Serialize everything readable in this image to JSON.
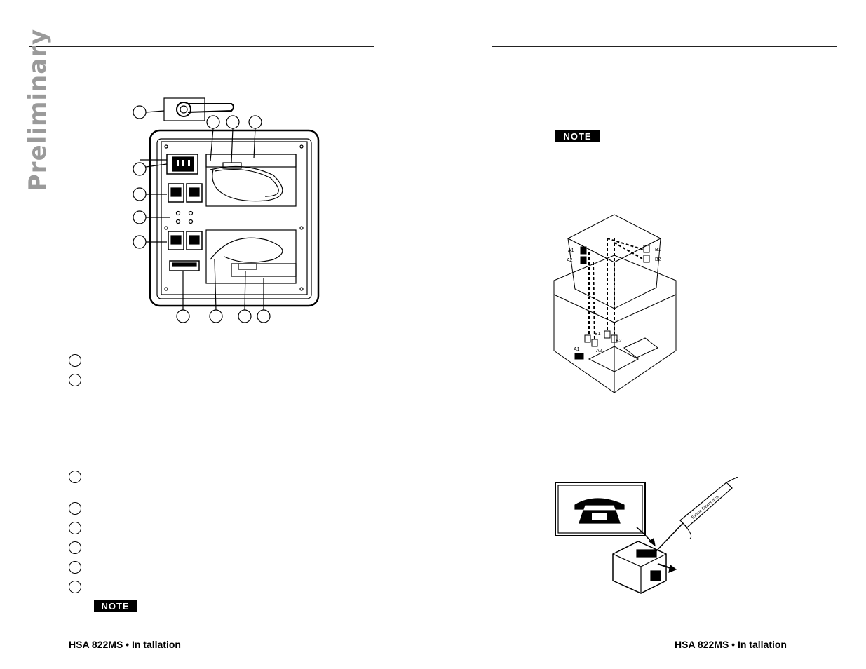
{
  "watermark": {
    "text": "Preliminary"
  },
  "footer": {
    "left": "HSA 822MS • In  tallation",
    "right": "HSA 822MS • In  tallation"
  },
  "notes": {
    "left_label": "NOTE",
    "right_label": "NOTE"
  },
  "figure_labels": {
    "a1_top": "A1",
    "a2_top": "A2",
    "b1_top": "B1",
    "b2_top": "B2",
    "a1_bottom": "A1",
    "a2_bottom": "A2",
    "b1_bottom": "B1",
    "b2_bottom": "B2",
    "screwdriver_text": "Extron Electronics"
  },
  "colors": {
    "rule": "#222222",
    "watermark": "#9a9a9a",
    "note_bg": "#000000"
  }
}
